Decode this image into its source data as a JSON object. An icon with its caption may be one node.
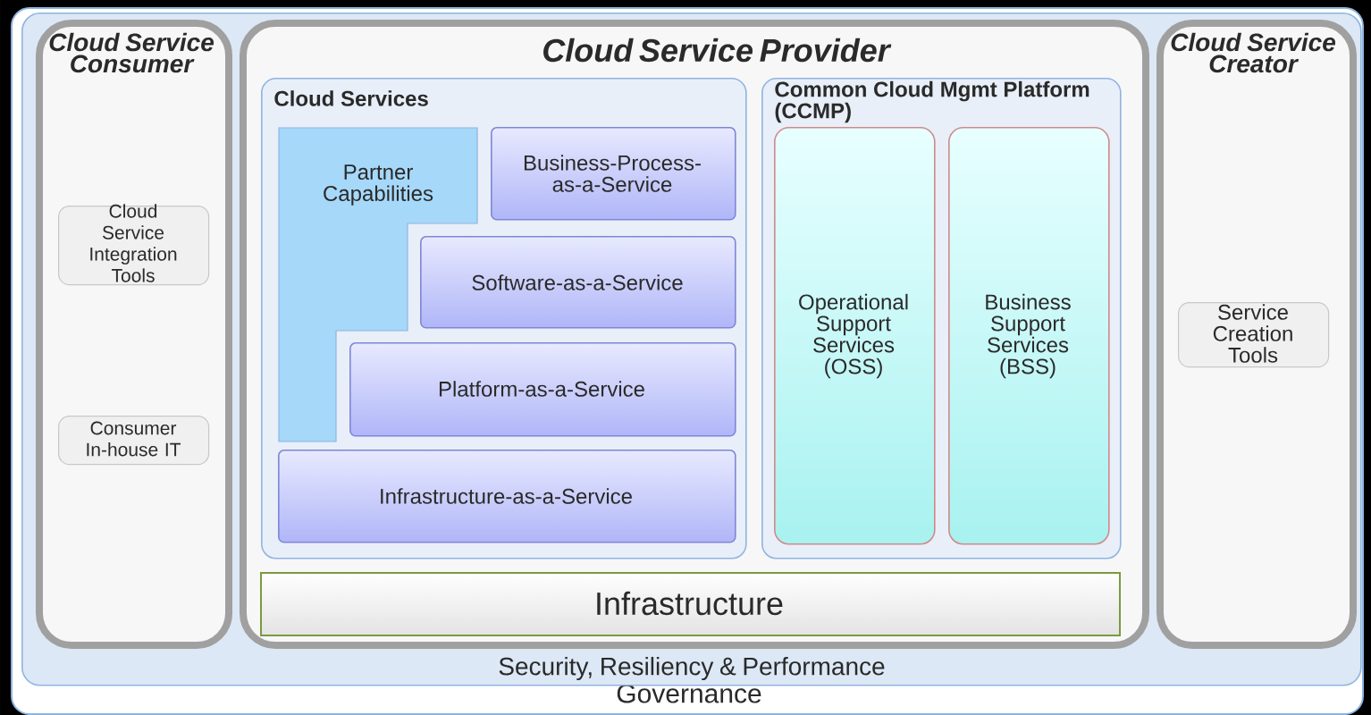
{
  "diagram": {
    "nodes": [
      {
        "text": [
          "Governance"
        ]
      },
      {
        "text": [
          "Security, Resiliency & Performance"
        ],
        "in": 0
      },
      {
        "text": [
          "Cloud Service Consumer"
        ],
        "in": 1
      },
      {
        "text": [
          "Cloud Service Integration Tools"
        ],
        "in": 2
      },
      {
        "text": [
          "Consumer In-house IT"
        ],
        "in": 2
      },
      {
        "text": [
          "Cloud Service Provider"
        ],
        "in": 1
      },
      {
        "text": [
          "Cloud Services"
        ],
        "in": 5
      },
      {
        "text": [
          "Partner Capabilities"
        ],
        "in": 6
      },
      {
        "text": [
          "Business-Process-as-a-Service"
        ],
        "in": 6
      },
      {
        "text": [
          "Software-as-a-Service"
        ],
        "in": 6
      },
      {
        "text": [
          "Platform-as-a-Service"
        ],
        "in": 6
      },
      {
        "text": [
          "Infrastructure-as-a-Service"
        ],
        "in": 6
      },
      {
        "text": [
          "Common Cloud Mgmt Platform (CCMP)"
        ],
        "in": 5
      },
      {
        "text": [
          "Operational Support Services (OSS)"
        ],
        "in": 12
      },
      {
        "text": [
          "Business Support Services (BSS)"
        ],
        "in": 12
      },
      {
        "text": [
          "Infrastructure"
        ],
        "in": 5
      },
      {
        "text": [
          "Cloud Service Creator"
        ],
        "in": 1
      },
      {
        "text": [
          "Service Creation Tools"
        ],
        "in": 16
      }
    ]
  }
}
